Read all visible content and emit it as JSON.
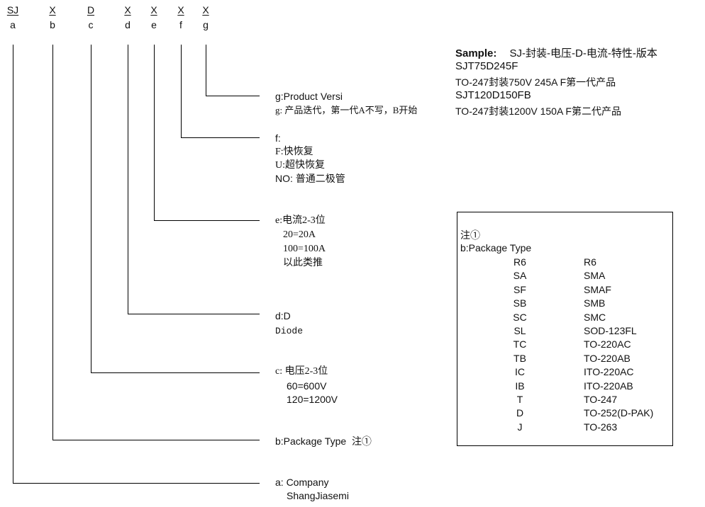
{
  "code_letters": [
    {
      "code": "SJ",
      "letter": "a"
    },
    {
      "code": "X",
      "letter": "b"
    },
    {
      "code": "D",
      "letter": "c"
    },
    {
      "code": "X",
      "letter": "d"
    },
    {
      "code": "X",
      "letter": "e"
    },
    {
      "code": "X",
      "letter": "f"
    },
    {
      "code": "X",
      "letter": "g"
    }
  ],
  "g": {
    "line1": "g:Product Versi",
    "line2": "g: 产品迭代，第一代A不写，B开始"
  },
  "f": {
    "line1": "f:",
    "line2": "F:快恢复",
    "line3": "U:超快恢复",
    "line4": "NO: 普通二极管"
  },
  "e": {
    "line1": "e:电流2-3位",
    "line2": "20=20A",
    "line3": "100=100A",
    "line4": "以此类推"
  },
  "d": {
    "line1": "d:D",
    "line2": "Diode"
  },
  "c": {
    "line1": "c: 电压2-3位",
    "line2": "60=600V",
    "line3": "120=1200V"
  },
  "b": {
    "line1": "b:Package Type",
    "note": "注①"
  },
  "a": {
    "line1": "a: Company",
    "line2": "ShangJiasemi"
  },
  "sample": {
    "label": "Sample:",
    "pattern": "SJ-封装-电压-D-电流-特性-版本",
    "ex1_code": "SJT75D245F",
    "ex1_desc": "TO-247封装750V  245A  F第一代产品",
    "ex2_code": "SJT120D150FB",
    "ex2_desc": "TO-247封装1200V  150A  F第二代产品"
  },
  "note_box": {
    "title": "注①",
    "subtitle": "b:Package Type",
    "rows": [
      {
        "code": "R6",
        "name": "R6"
      },
      {
        "code": "SA",
        "name": "SMA"
      },
      {
        "code": "SF",
        "name": "SMAF"
      },
      {
        "code": "SB",
        "name": "SMB"
      },
      {
        "code": "SC",
        "name": "SMC"
      },
      {
        "code": "SL",
        "name": "SOD-123FL"
      },
      {
        "code": "TC",
        "name": "TO-220AC"
      },
      {
        "code": "TB",
        "name": "TO-220AB"
      },
      {
        "code": "IC",
        "name": "ITO-220AC"
      },
      {
        "code": "IB",
        "name": "ITO-220AB"
      },
      {
        "code": "T",
        "name": "TO-247"
      },
      {
        "code": "D",
        "name": "TO-252(D-PAK)"
      },
      {
        "code": "J",
        "name": "TO-263"
      }
    ]
  }
}
